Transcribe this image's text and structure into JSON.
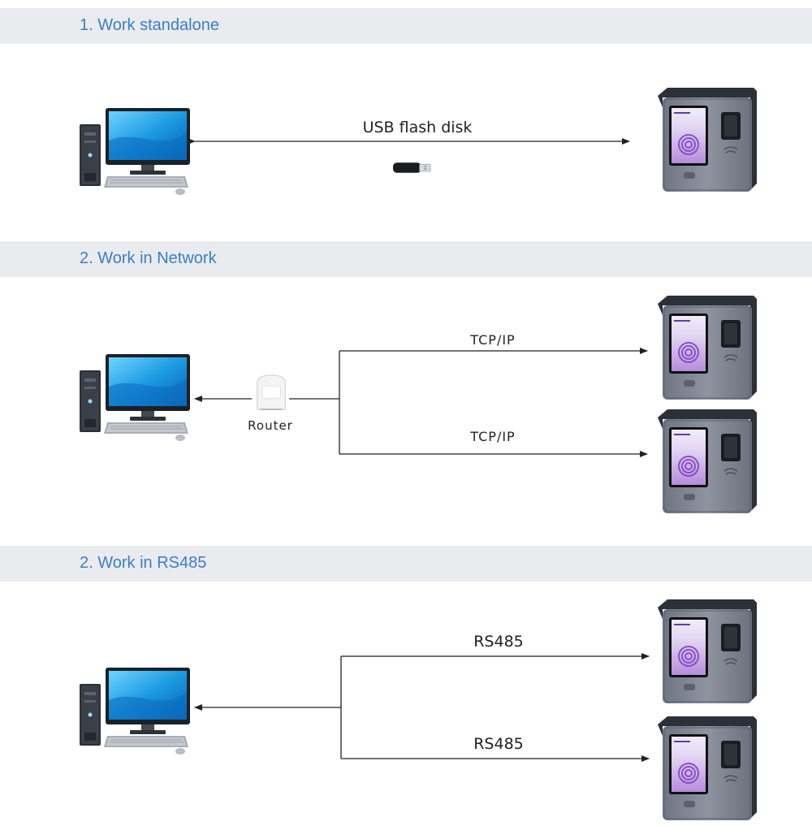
{
  "sections": [
    {
      "title": "1. Work standalone",
      "link_label": "USB flash disk"
    },
    {
      "title": "2. Work in Network",
      "router_label": "Router",
      "link_labels": [
        "TCP/IP",
        "TCP/IP"
      ]
    },
    {
      "title": "2. Work in RS485",
      "link_labels": [
        "RS485",
        "RS485"
      ]
    }
  ],
  "device": {
    "screen_text": "Fingerprint"
  },
  "colors": {
    "title": "#3a7fc4",
    "bar": "#e9ebee",
    "device_body": "#7f8693",
    "screen": "#a06cd0"
  }
}
